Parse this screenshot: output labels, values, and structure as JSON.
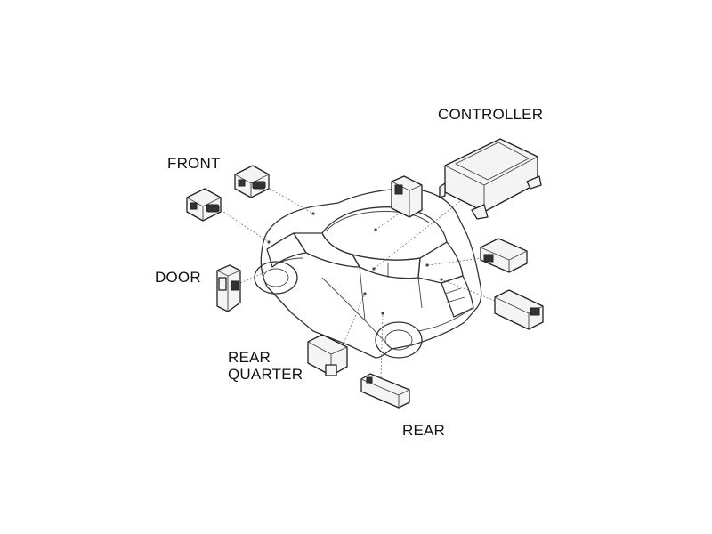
{
  "labels": {
    "controller": "CONTROLLER",
    "front": "FRONT",
    "door": "DOOR",
    "rear_quarter_line1": "REAR",
    "rear_quarter_line2": "QUARTER",
    "rear": "REAR"
  },
  "colors": {
    "line": "#333333",
    "label": "#111111",
    "background": "#ffffff"
  }
}
